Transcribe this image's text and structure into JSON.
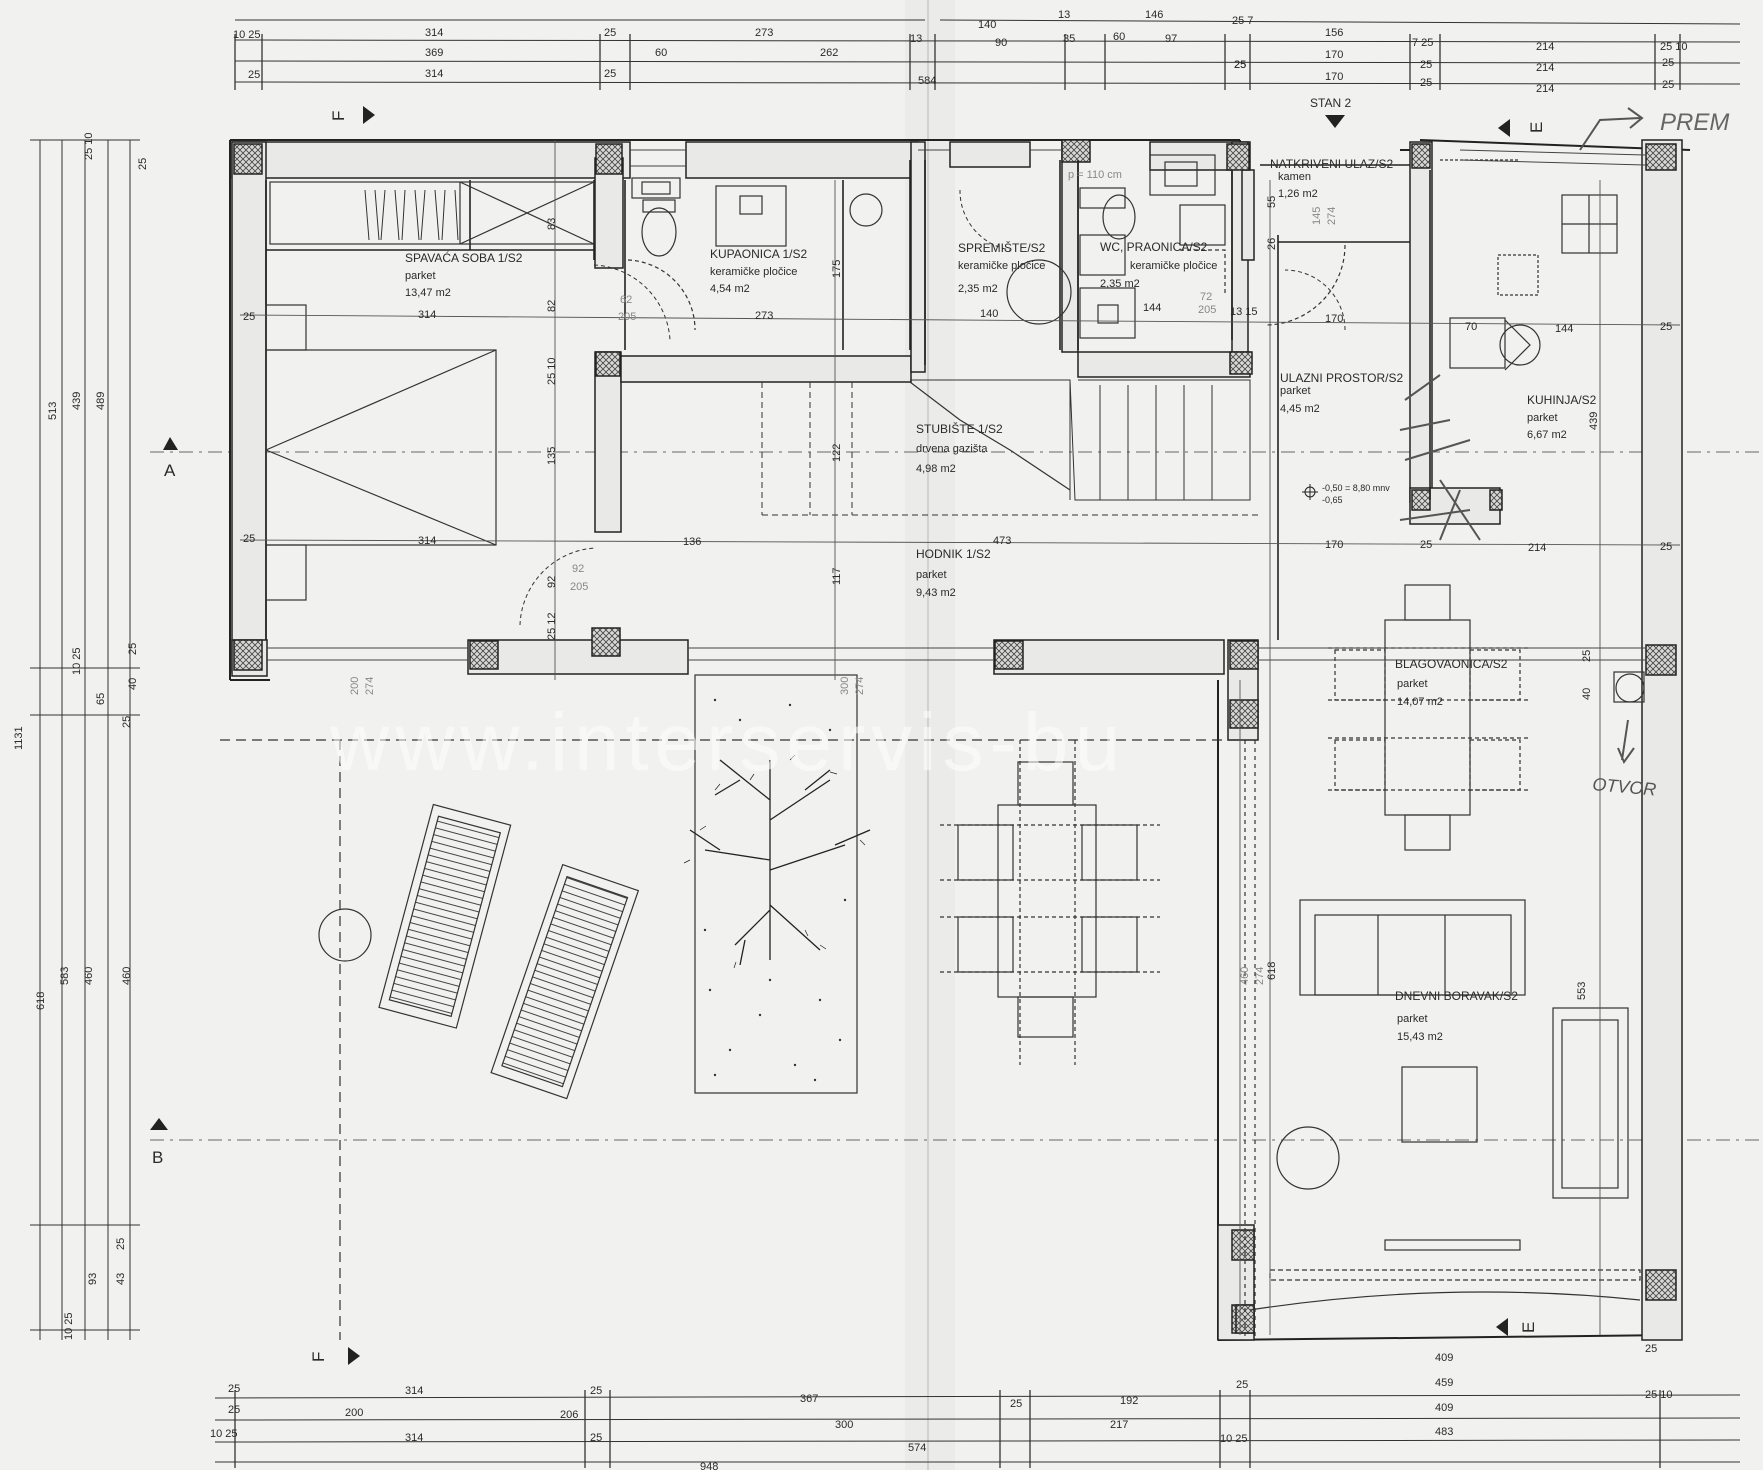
{
  "rooms": [
    {
      "name": "SPAVAĆA SOBA 1/S2",
      "floor": "parket",
      "area": "13,47 m2"
    },
    {
      "name": "KUPAONICA 1/S2",
      "floor": "keramičke pločice",
      "area": "4,54 m2"
    },
    {
      "name": "SPREMIŠTE/S2",
      "floor": "keramičke pločice",
      "area": "2,35 m2"
    },
    {
      "name": "WC, PRAONICA/S2",
      "floor": "keramičke pločice",
      "area": "2,35 m2"
    },
    {
      "name": "NATKRIVENI ULAZ/S2",
      "floor": "kamen",
      "area": "1,26 m2"
    },
    {
      "name": "ULAZNI PROSTOR/S2",
      "floor": "parket",
      "area": "4,45 m2"
    },
    {
      "name": "KUHINJA/S2",
      "floor": "parket",
      "area": "6,67 m2"
    },
    {
      "name": "STUBIŠTE 1/S2",
      "floor": "drvena gazišta",
      "area": "4,98 m2"
    },
    {
      "name": "HODNIK 1/S2",
      "floor": "parket",
      "area": "9,43 m2"
    },
    {
      "name": "BLAGOVAONICA/S2",
      "floor": "parket",
      "area": "14,07 m2"
    },
    {
      "name": "DNEVNI BORAVAK/S2",
      "floor": "parket",
      "area": "15,43 m2"
    }
  ],
  "labels": {
    "stan": "STAN 2",
    "section_a": "A",
    "section_b": "B",
    "section_f": "F",
    "section_e": "E",
    "handwritten_prem": "PREM",
    "handwritten_otvor": "OTVOR",
    "level_note_1": "-0,50 = 8,80 mnv",
    "level_note_2": "-0,65",
    "watermark": "www.interservis-bu"
  },
  "dims_top": {
    "row1": [
      "10 25",
      "314",
      "25",
      "273",
      "13",
      "140",
      "13",
      "146",
      "25 7",
      "156",
      "7 25",
      "214",
      "25 10"
    ],
    "row2": [
      "369",
      "60",
      "262",
      "90",
      "35",
      "60",
      "97",
      "25",
      "170",
      "25",
      "214",
      "25"
    ],
    "row3": [
      "25",
      "314",
      "25",
      "584",
      "25",
      "170",
      "25",
      "214",
      "25"
    ]
  },
  "dims_bottom": {
    "row1": [
      "25",
      "314",
      "25",
      "367",
      "25",
      "192",
      "25",
      "409",
      "25"
    ],
    "row2": [
      "25",
      "200",
      "206",
      "300",
      "217",
      "459",
      "25 10"
    ],
    "row3": [
      "10 25",
      "314",
      "25",
      "574",
      "10 25",
      "409"
    ],
    "row4": [
      "483",
      "948"
    ]
  },
  "dims_left": [
    "1131",
    "513",
    "618",
    "439",
    "489",
    "583",
    "460",
    "25 10",
    "25",
    "10 25",
    "65",
    "25",
    "40",
    "25",
    "93",
    "43",
    "25",
    "10 25",
    "460"
  ],
  "dims_inner": [
    "25",
    "83",
    "82",
    "25 10",
    "135",
    "92",
    "25 12",
    "175",
    "122",
    "117",
    "25",
    "314",
    "273",
    "136",
    "473",
    "170",
    "144",
    "70",
    "314",
    "62",
    "205",
    "140",
    "144",
    "72",
    "205",
    "13 15",
    "55",
    "26",
    "145",
    "274",
    "92",
    "205",
    "200",
    "274",
    "300",
    "274",
    "460",
    "274",
    "618",
    "553",
    "40",
    "25",
    "439",
    "214",
    "25",
    "170",
    "25",
    "25"
  ],
  "ceiling_note": "p = 110 cm"
}
